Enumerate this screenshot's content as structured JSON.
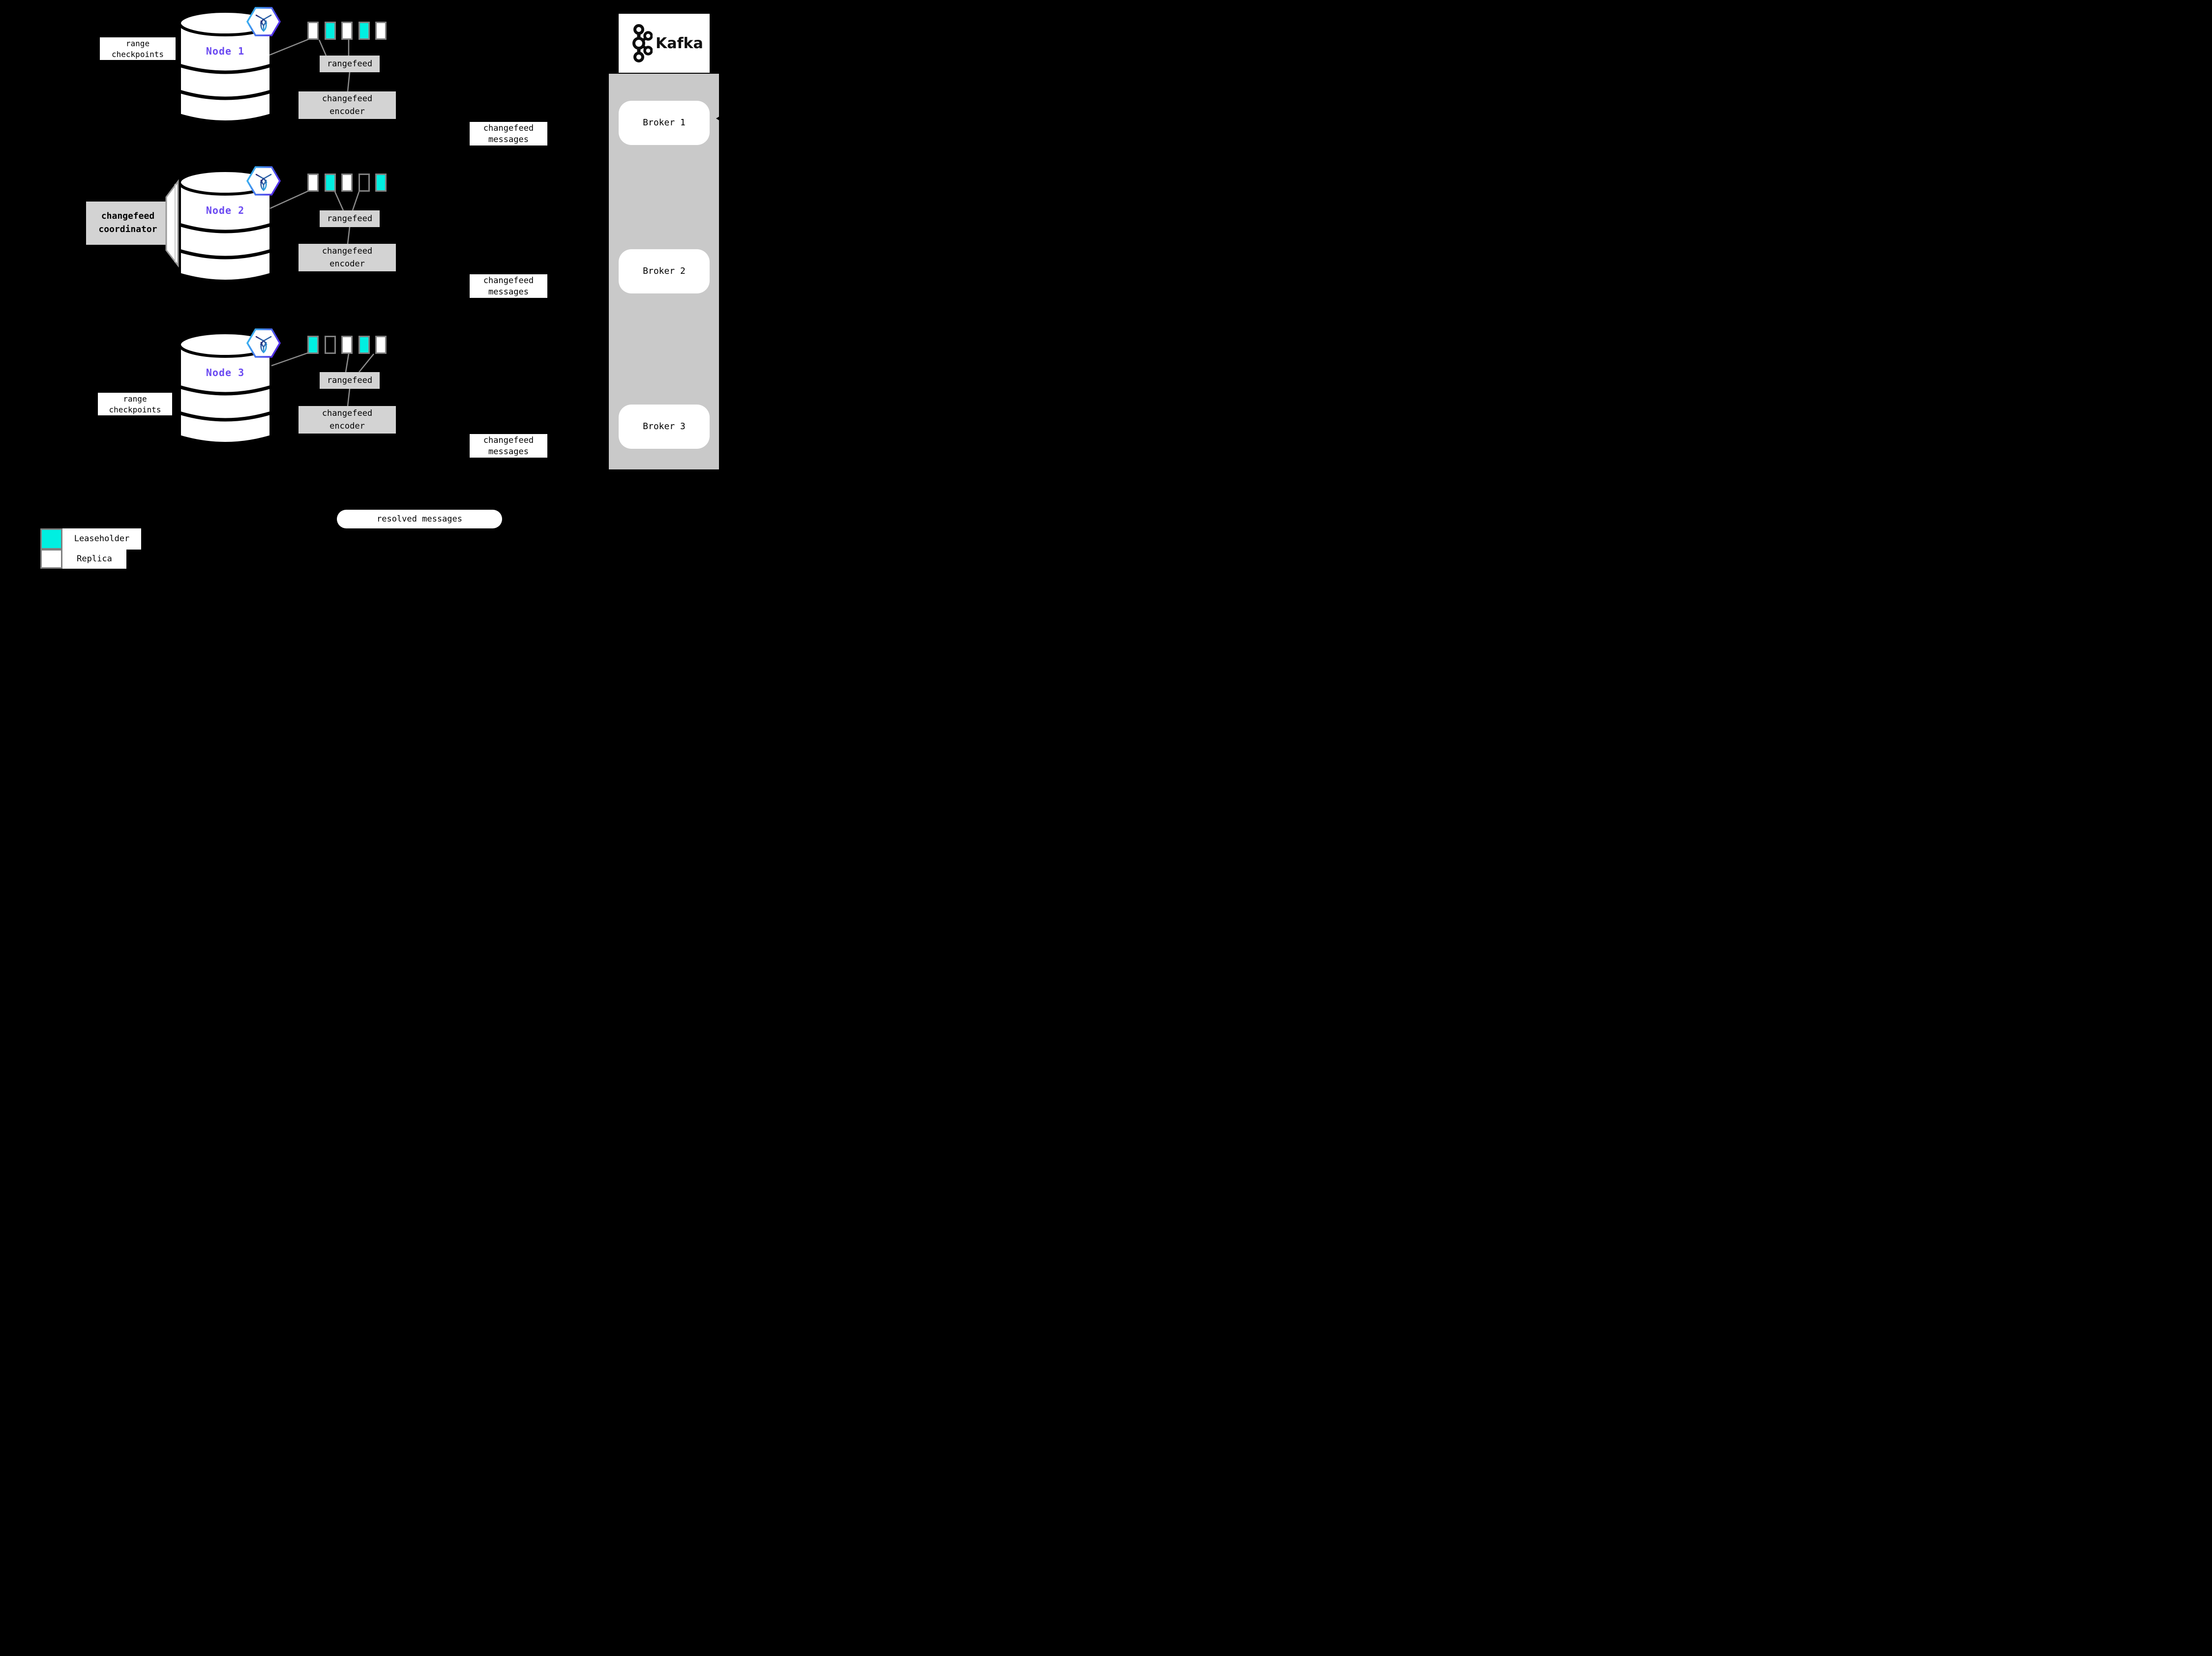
{
  "colors": {
    "background": "#000000",
    "leaseholder": "#00efe1",
    "replica": "#ffffff",
    "empty": "transparent",
    "box_gray": "#d3d3d3",
    "column_gray": "#c9c9c9",
    "line_gray": "#8c8c8c",
    "swatch_border": "#808080",
    "node_label_purple": "#6b4af1",
    "hexagon_gradient_start": "#35c8f2",
    "hexagon_gradient_end": "#5231e8"
  },
  "nodes": [
    {
      "label": "Node 1",
      "ranges": [
        "replica",
        "leaseholder",
        "replica",
        "leaseholder",
        "replica"
      ],
      "rangefeed_label": "rangefeed",
      "encoder_label": "changefeed encoder",
      "messages_label": "changefeed messages",
      "checkpoint_label": "range checkpoints"
    },
    {
      "label": "Node 2",
      "ranges": [
        "replica",
        "leaseholder",
        "replica",
        "empty",
        "leaseholder"
      ],
      "rangefeed_label": "rangefeed",
      "encoder_label": "changefeed encoder",
      "messages_label": "changefeed messages",
      "coordinator_label": "changefeed coordinator"
    },
    {
      "label": "Node 3",
      "ranges": [
        "leaseholder",
        "empty",
        "replica",
        "leaseholder",
        "replica"
      ],
      "rangefeed_label": "rangefeed",
      "encoder_label": "changefeed encoder",
      "messages_label": "changefeed messages",
      "checkpoint_label": "range checkpoints"
    }
  ],
  "kafka": {
    "title": "Kafka",
    "brokers": [
      {
        "label": "Broker 1"
      },
      {
        "label": "Broker 2"
      },
      {
        "label": "Broker 3"
      }
    ]
  },
  "resolved_label": "resolved messages",
  "legend": {
    "items": [
      {
        "label": "Leaseholder",
        "type": "leaseholder"
      },
      {
        "label": "Replica",
        "type": "replica"
      }
    ]
  }
}
